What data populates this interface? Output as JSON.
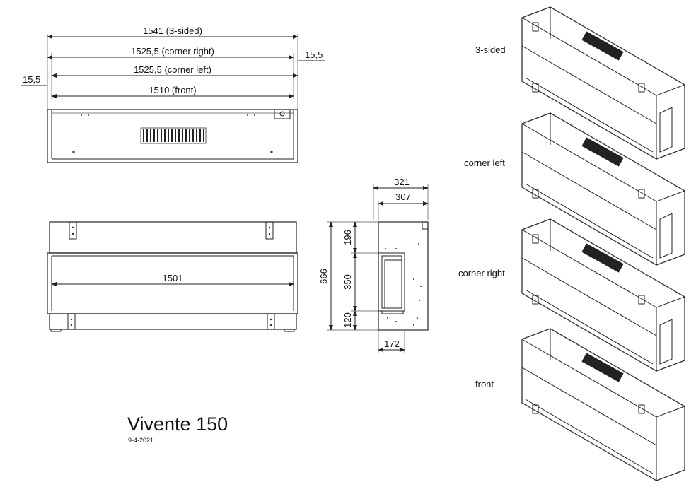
{
  "title": "Vivente 150",
  "date": "9-4-2021",
  "top_view": {
    "dims": [
      "1541  (3-sided)",
      "1525,5  (corner right)",
      "1525,5  (corner left)",
      "1510  (front)"
    ],
    "offset_right": "15,5",
    "offset_left": "15,5"
  },
  "front_view": {
    "width": "1501"
  },
  "side_view": {
    "depth_total": "321",
    "depth_inner": "307",
    "height_total": "666",
    "h_top": "196",
    "h_mid": "350",
    "h_bottom": "120",
    "depth_bottom": "172"
  },
  "variants": [
    "3-sided",
    "corner left",
    "corner right",
    "front"
  ]
}
